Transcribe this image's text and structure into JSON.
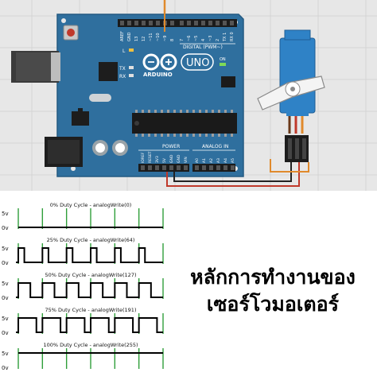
{
  "board": {
    "brand": "ARDUINO",
    "model": "UNO",
    "digital_label": "DIGITAL (PWM~)",
    "power_label": "POWER",
    "analog_label": "ANALOG IN",
    "l_label": "L",
    "tx_label": "TX",
    "rx_label": "RX",
    "on_label": "ON",
    "digital_pins": [
      "AREF",
      "GND",
      "13",
      "12",
      "~11",
      "~10",
      "~9",
      "8",
      "7",
      "~6",
      "~5",
      "4",
      "~3",
      "2",
      "TX 1",
      "RX 0"
    ],
    "power_pins": [
      "IOREF",
      "RESET",
      "3V3",
      "5V",
      "GND",
      "GND",
      "VIN"
    ],
    "analog_pins": [
      "A0",
      "A1",
      "A2",
      "A3",
      "A4",
      "A5"
    ]
  },
  "pwm": {
    "high_label": "5v",
    "low_label": "0v",
    "rows": [
      {
        "caption": "0% Duty Cycle - analogWrite(0)",
        "duty": 0
      },
      {
        "caption": "25% Duty Cycle - analogWrite(64)",
        "duty": 0.25
      },
      {
        "caption": "50% Duty Cycle - analogWrite(127)",
        "duty": 0.5
      },
      {
        "caption": "75% Duty Cycle - analogWrite(191)",
        "duty": 0.75
      },
      {
        "caption": "100% Duty Cycle - analogWrite(255)",
        "duty": 1
      }
    ],
    "periods": 6
  },
  "title": {
    "line1": "หลักการทำงานของ",
    "line2": "เซอร์โวมอเตอร์"
  },
  "colors": {
    "board": "#2f6f9e",
    "wave": "#000000",
    "marker": "#2f9e3a",
    "wire_orange": "#e08a2c",
    "wire_red": "#c0392b",
    "wire_black": "#222222",
    "servo": "#2f82c6"
  }
}
